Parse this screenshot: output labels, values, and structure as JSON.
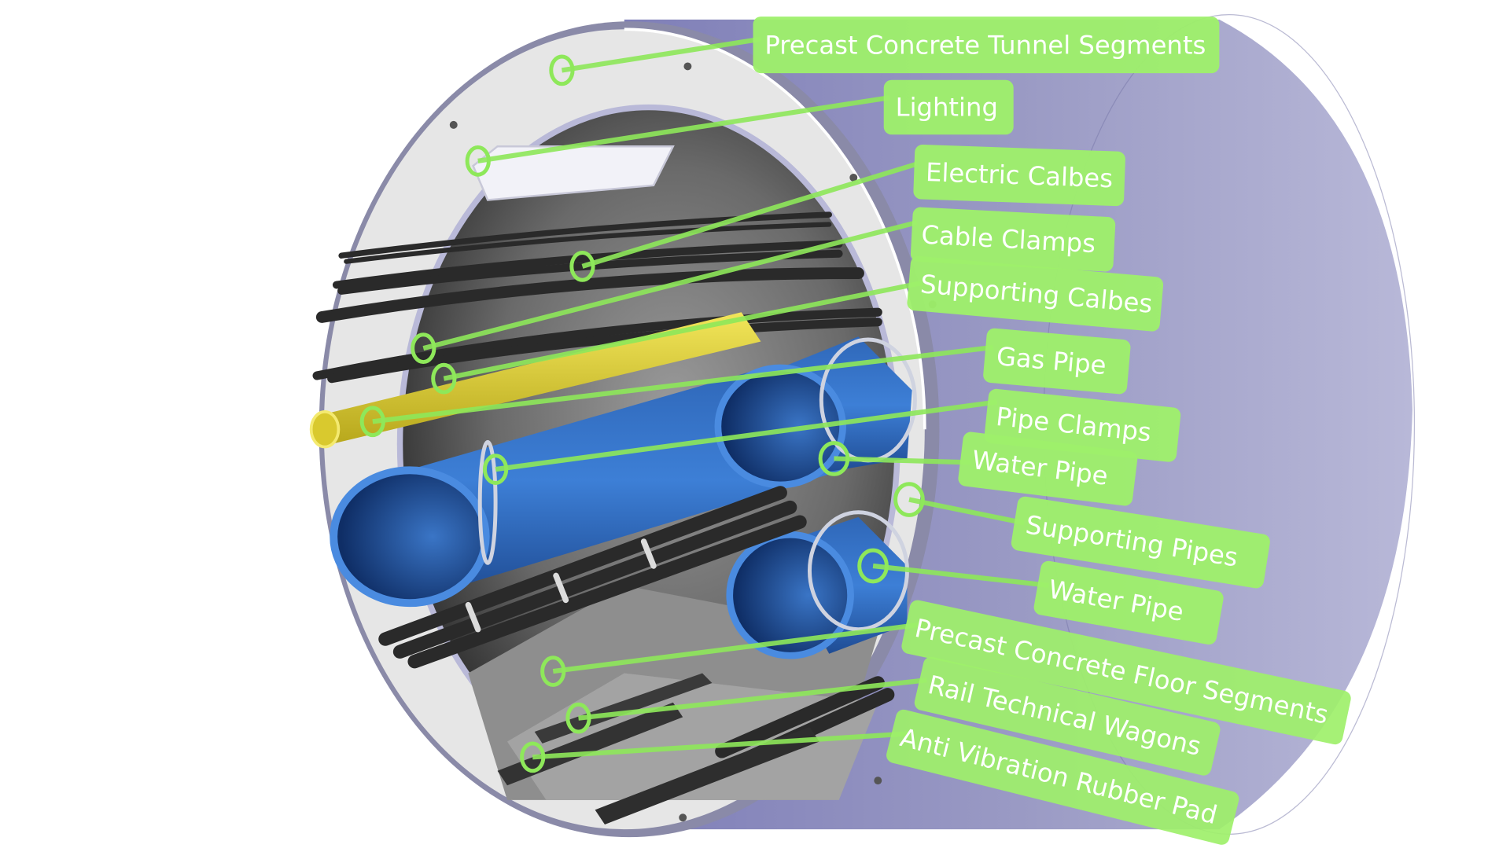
{
  "diagram": {
    "subject": "Utility tunnel cross-section (3D render)",
    "colors": {
      "background": "#ffffff",
      "label_fill": "#9ef06a",
      "label_text": "#ffffff",
      "leader_line": "#8ee85a",
      "tunnel_outer_shell": "#8f8fc0",
      "concrete_ring": "#e4e4e4",
      "tunnel_interior": "#4a4a4a",
      "water_pipe": "#3a78cc",
      "gas_pipe": "#e8d93a",
      "cables": "#2a2a2a"
    }
  },
  "labels": [
    {
      "id": "precast-concrete-tunnel-segments",
      "text": "Precast Concrete Tunnel Segments"
    },
    {
      "id": "lighting",
      "text": "Lighting"
    },
    {
      "id": "electric-cables",
      "text": "Electric Calbes"
    },
    {
      "id": "cable-clamps",
      "text": "Cable Clamps"
    },
    {
      "id": "supporting-cables",
      "text": "Supporting Calbes"
    },
    {
      "id": "gas-pipe",
      "text": "Gas Pipe"
    },
    {
      "id": "pipe-clamps",
      "text": "Pipe Clamps"
    },
    {
      "id": "water-pipe-upper",
      "text": "Water Pipe"
    },
    {
      "id": "supporting-pipes",
      "text": "Supporting Pipes"
    },
    {
      "id": "water-pipe-lower",
      "text": "Water Pipe"
    },
    {
      "id": "precast-concrete-floor-segments",
      "text": "Precast Concrete Floor Segments"
    },
    {
      "id": "rail-technical-wagons",
      "text": "Rail Technical Wagons"
    },
    {
      "id": "anti-vibration-rubber-pad",
      "text": "Anti Vibration Rubber Pad"
    }
  ]
}
